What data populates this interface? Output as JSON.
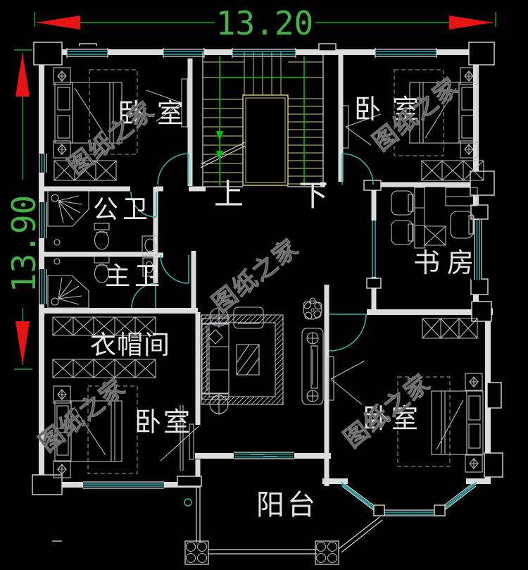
{
  "colors": {
    "bg": "#000000",
    "wall": "#dcdcdc",
    "furn": "#b9bfbf",
    "win": "#2fb3b3",
    "door": "#2fb3a8",
    "dim": "#1fa01f",
    "dimtext": "#44b344",
    "red": "#e81414",
    "stair": "#a8a855",
    "stairb": "#d6d68a",
    "rail": "#00c000",
    "wmfill": "#3c3c3c",
    "wmstroke": "#7a7a7a",
    "label": "#e6e6e6",
    "dash": "#9aa3a3"
  },
  "dimensions": {
    "top_value": "13.20",
    "left_value": "13.90"
  },
  "rooms": {
    "bedroom_tl": {
      "label": "卧室"
    },
    "bedroom_tr": {
      "label": "卧室"
    },
    "bath_public": {
      "label": "公卫"
    },
    "bath_master": {
      "label": "主卫"
    },
    "study": {
      "label": "书房"
    },
    "cloakroom": {
      "label": "衣帽间"
    },
    "bedroom_bl": {
      "label": "卧室"
    },
    "bedroom_br": {
      "label": "卧室"
    },
    "balcony": {
      "label": "阳台"
    }
  },
  "stairs": {
    "up_label": "上",
    "down_label": "下"
  },
  "watermark": {
    "text": "图纸之家"
  }
}
